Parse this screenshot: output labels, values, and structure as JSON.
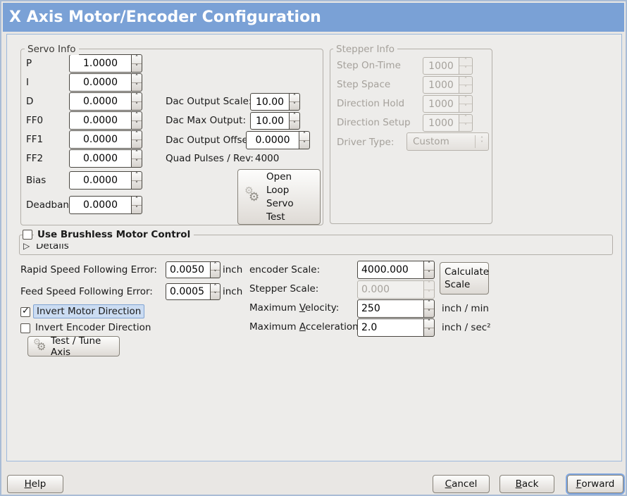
{
  "window": {
    "title": "X Axis Motor/Encoder Configuration"
  },
  "colors": {
    "titlebar": "#7aa1d6",
    "panel_border": "#9db9dc",
    "selection_highlight": "#cbdcf2",
    "focus_ring": "#7fa6df"
  },
  "icons": {
    "gears": "⚙",
    "expander_closed": "▷",
    "checkmark": "✓",
    "spin_up": "˄",
    "spin_down": "˅"
  },
  "servo_info": {
    "title": "Servo Info",
    "fields": [
      {
        "label": "P",
        "value": "1.0000"
      },
      {
        "label": "I",
        "value": "0.0000"
      },
      {
        "label": "D",
        "value": "0.0000"
      },
      {
        "label": "FF0",
        "value": "0.0000"
      },
      {
        "label": "FF1",
        "value": "0.0000"
      },
      {
        "label": "FF2",
        "value": "0.0000"
      },
      {
        "label": "Bias",
        "value": "0.0000"
      },
      {
        "label": "Deadband",
        "value": "0.0000"
      }
    ],
    "dac_rows": [
      {
        "label": "Dac Output Scale:",
        "value": "10.00"
      },
      {
        "label": "Dac Max Output:",
        "value": "10.00"
      },
      {
        "label": "Dac Output Offset:",
        "value": "0.0000"
      }
    ],
    "quad_pulses_label": "Quad Pulses / Rev:",
    "quad_pulses_value": "4000",
    "open_loop_test_button": "Open\nLoop\nServo\nTest"
  },
  "stepper_info": {
    "title": "Stepper Info",
    "fields": [
      {
        "label": "Step On-Time",
        "value": "1000"
      },
      {
        "label": "Step Space",
        "value": "1000"
      },
      {
        "label": "Direction Hold",
        "value": "1000"
      },
      {
        "label": "Direction Setup",
        "value": "1000"
      }
    ],
    "driver_type_label": "Driver Type:",
    "driver_type_value": "Custom"
  },
  "brushless": {
    "checkbox_label": "Use Brushless Motor Control",
    "checked": false,
    "details_label": "Details"
  },
  "following_error": [
    {
      "label": "Rapid Speed Following Error:",
      "value": "0.0050",
      "unit": "inch"
    },
    {
      "label": "Feed Speed Following Error:",
      "value": "0.0005",
      "unit": "inch"
    }
  ],
  "scale": {
    "encoder_label": "encoder Scale:",
    "encoder_value": "4000.000",
    "stepper_label": "Stepper Scale:",
    "stepper_value": "0.000",
    "velocity_label": "Maximum _Velocity:",
    "velocity_value": "250",
    "velocity_unit": "inch / min",
    "accel_label": "Maximum _Acceleration:",
    "accel_value": "2.0",
    "accel_unit": "inch / sec²",
    "calculate_button": "Calculate Scale"
  },
  "direction": {
    "invert_motor_label": "Invert Motor Direction",
    "invert_motor_checked": true,
    "invert_encoder_label": "Invert Encoder Direction",
    "invert_encoder_checked": false,
    "test_tune_button": "Test / Tune Axis"
  },
  "footer": {
    "help": "_Help",
    "cancel": "_Cancel",
    "back": "_Back",
    "forward": "_Forward"
  }
}
